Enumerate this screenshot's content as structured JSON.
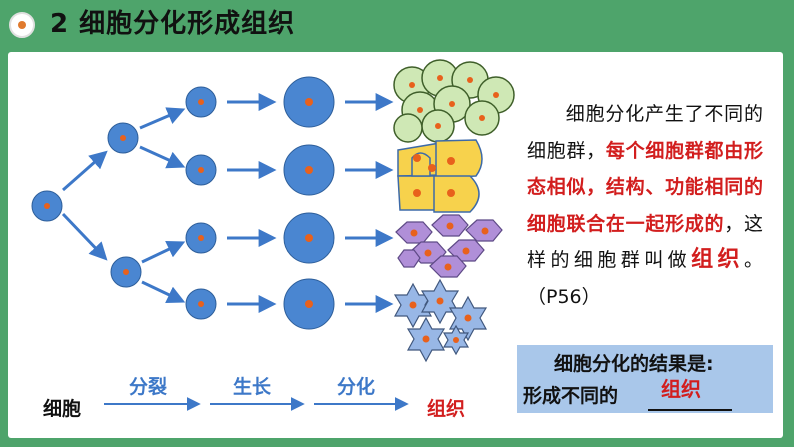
{
  "title": {
    "number": "2",
    "text": "细胞分化形成组织"
  },
  "paragraph": {
    "p1": "细胞分化产生了不同的细胞群，",
    "red": "每个细胞群都由形态相似，结构、功能相同的细胞联合在一起形成的",
    "p2": "，这样的细胞群叫做",
    "term": "组织",
    "p3": "。（P56）"
  },
  "result_box": {
    "line1": "细胞分化的结果是:",
    "line2": "形成不同的",
    "answer": "组织"
  },
  "bottom_flow": {
    "start": "细胞",
    "steps": [
      "分裂",
      "生长",
      "分化"
    ],
    "end": "组织"
  },
  "colors": {
    "cell_fill": "#4a86d1",
    "nucleus": "#e8611c",
    "arrow": "#3d78c8",
    "plant_green": "#cfe8b5",
    "yellow": "#f7d24c",
    "purple": "#b08fd8",
    "star_blue": "#98b7e6",
    "red_text": "#d21e1e"
  }
}
